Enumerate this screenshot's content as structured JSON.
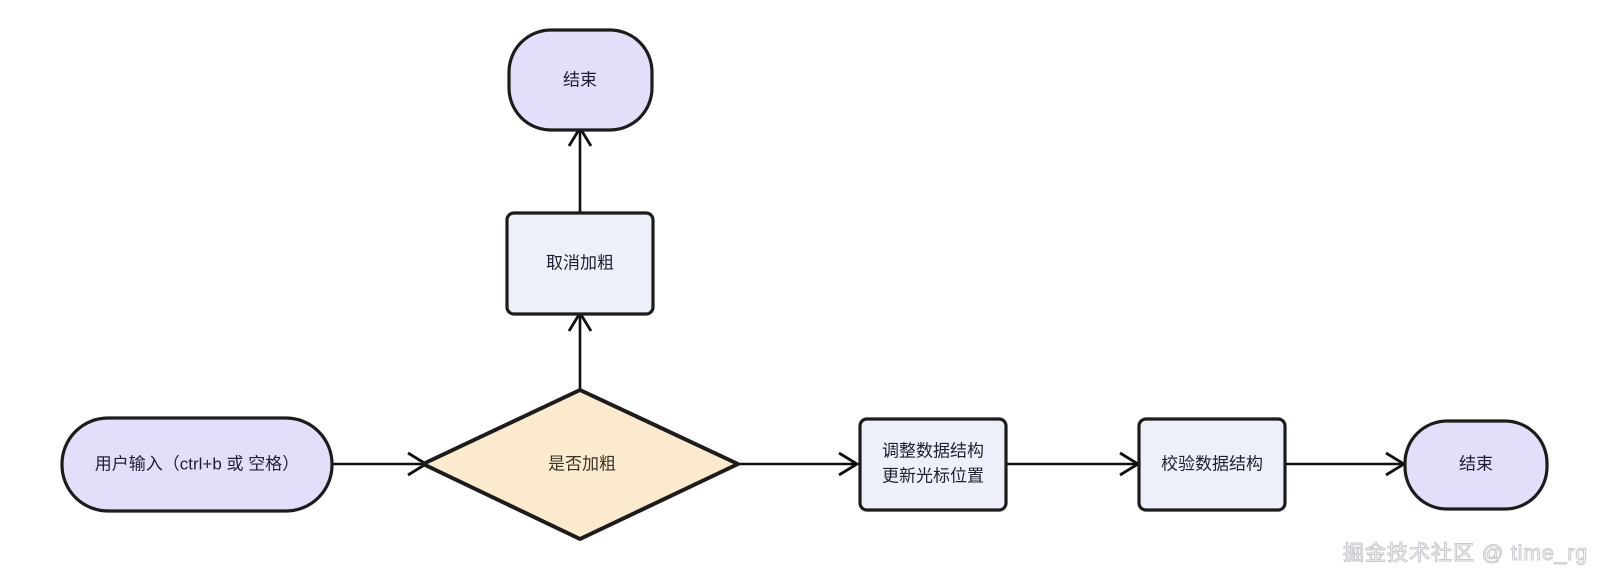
{
  "diagram": {
    "type": "flowchart",
    "title": "",
    "background_color": "#ffffff",
    "palette": {
      "terminal_fill": "#e5defb",
      "process_fill": "#edf0f8",
      "decision_fill": "#fbeacd",
      "stroke": "#1c1c1c",
      "text": "#1f1f33",
      "decision_text": "#3b3326",
      "edge": "#101010"
    },
    "nodes": [
      {
        "id": "start",
        "shape": "stadium",
        "label": "用户输入（ctrl+b 或 空格）",
        "lines": [
          "用户输入（ctrl+b 或 空格）"
        ]
      },
      {
        "id": "decision",
        "shape": "diamond",
        "label": "是否加粗",
        "lines": [
          "是否加粗"
        ]
      },
      {
        "id": "unbold",
        "shape": "rect",
        "label": "取消加粗",
        "lines": [
          "取消加粗"
        ]
      },
      {
        "id": "end-top",
        "shape": "stadium",
        "label": "结束",
        "lines": [
          "结束"
        ]
      },
      {
        "id": "adjust",
        "shape": "rect",
        "label": "调整数据结构更新光标位置",
        "lines": [
          "调整数据结构",
          "更新光标位置"
        ]
      },
      {
        "id": "verify",
        "shape": "rect",
        "label": "校验数据结构",
        "lines": [
          "校验数据结构"
        ]
      },
      {
        "id": "end-right",
        "shape": "stadium",
        "label": "结束",
        "lines": [
          "结束"
        ]
      }
    ],
    "edges": [
      {
        "id": "e1",
        "from": "start",
        "to": "decision",
        "label": "",
        "direction": "right"
      },
      {
        "id": "e2",
        "from": "decision",
        "to": "unbold",
        "label": "",
        "direction": "up"
      },
      {
        "id": "e3",
        "from": "unbold",
        "to": "end-top",
        "label": "",
        "direction": "up"
      },
      {
        "id": "e4",
        "from": "decision",
        "to": "adjust",
        "label": "",
        "direction": "right"
      },
      {
        "id": "e5",
        "from": "adjust",
        "to": "verify",
        "label": "",
        "direction": "right"
      },
      {
        "id": "e6",
        "from": "verify",
        "to": "end-right",
        "label": "",
        "direction": "right"
      }
    ]
  },
  "watermark": {
    "text": "掘金技术社区 @ time_rg"
  }
}
